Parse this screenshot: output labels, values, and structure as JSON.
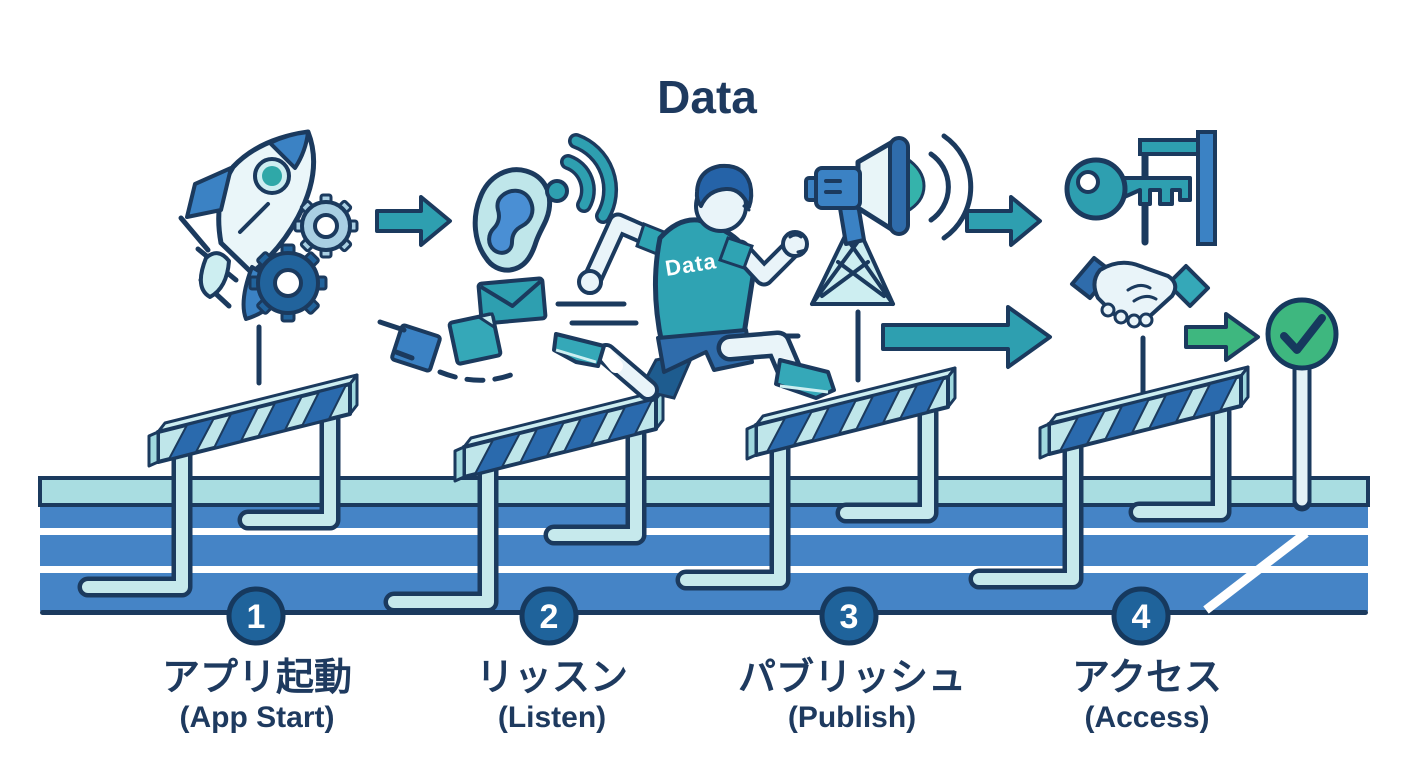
{
  "title": "Data",
  "runner": {
    "shirt_label": "Data"
  },
  "stages": [
    {
      "number": "1",
      "label_ja": "アプリ起動",
      "label_en": "(App Start)",
      "icon": "rocket-gears-icon"
    },
    {
      "number": "2",
      "label_ja": "リッスン",
      "label_en": "(Listen)",
      "icon": "ear-wifi-icon"
    },
    {
      "number": "3",
      "label_ja": "パブリッシュ",
      "label_en": "(Publish)",
      "icon": "megaphone-tower-icon"
    },
    {
      "number": "4",
      "label_ja": "アクセス",
      "label_en": "(Access)",
      "icon": "key-handshake-icon"
    }
  ],
  "icons": {
    "flow": "arrow-right-icon",
    "finish": "check-circle-icon",
    "listen_signal": "wifi-icon",
    "messages": "envelope-icon"
  },
  "colors": {
    "outline_navy": "#1b3a5e",
    "deep_navy": "#16395e",
    "teal": "#2e9fb0",
    "teal_bright": "#35a8b8",
    "light_cyan": "#bfe6ea",
    "pale_cyan": "#e8f5f8",
    "blue": "#3b82c4",
    "mid_blue": "#2f6cab",
    "stripe_blue": "#2a6aad",
    "track_blue": "#4584c6",
    "track_cyan": "#a9dde1",
    "badge_blue": "#1f639b",
    "gear_light": "#a9cfe3",
    "gear_dark": "#21639c",
    "hair_blue": "#2563a8",
    "green": "#3eb77f",
    "skin": "#e9f4f9",
    "text_navy": "#1e3a5f"
  }
}
